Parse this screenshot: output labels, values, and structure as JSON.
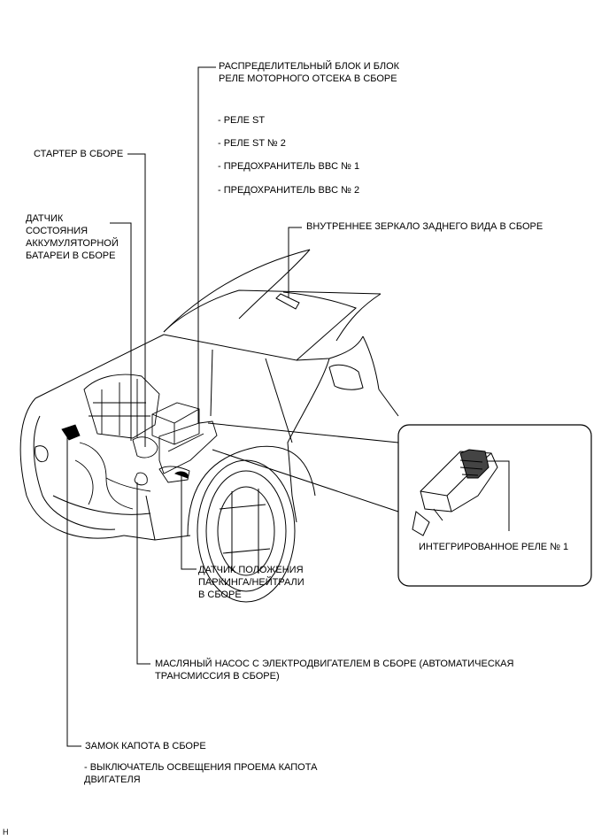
{
  "callouts": {
    "junction_block": {
      "lines": [
        "РАСПРЕДЕЛИТЕЛЬНЫЙ БЛОК И БЛОК",
        "РЕЛЕ МОТОРНОГО ОТСЕКА В СБОРЕ"
      ]
    },
    "relay_st": "- РЕЛЕ ST",
    "relay_st2": "- РЕЛЕ ST № 2",
    "fuse_bbc1": "- ПРЕДОХРАНИТЕЛЬ BBC № 1",
    "fuse_bbc2": "- ПРЕДОХРАНИТЕЛЬ BBC № 2",
    "starter": "СТАРТЕР В СБОРЕ",
    "battery_sensor": {
      "lines": [
        "ДАТЧИК",
        "СОСТОЯНИЯ",
        "АККУМУЛЯТОРНОЙ",
        "БАТАРЕИ В СБОРЕ"
      ]
    },
    "mirror": "ВНУТРЕННЕЕ ЗЕРКАЛО ЗАДНЕГО ВИДА В СБОРЕ",
    "integrated_relay": "ИНТЕГРИРОВАННОЕ РЕЛЕ № 1",
    "park_neutral_sensor": {
      "lines": [
        "ДАТЧИК ПОЛОЖЕНИЯ",
        "ПАРКИНГА/НЕЙТРАЛИ",
        "В СБОРЕ"
      ]
    },
    "oil_pump": {
      "lines": [
        "МАСЛЯНЫЙ НАСОС С ЭЛЕКТРОДВИГАТЕЛЕМ В СБОРЕ (АВТОМАТИЧЕСКАЯ",
        "ТРАНСМИССИЯ В СБОРЕ)"
      ]
    },
    "hood_lock": "ЗАМОК КАПОТА В СБОРЕ",
    "hood_switch": {
      "lines": [
        "- ВЫКЛЮЧАТЕЛЬ ОСВЕЩЕНИЯ ПРОЕМА КАПОТА",
        "ДВИГАТЕЛЯ"
      ]
    }
  },
  "corner_mark": "H"
}
